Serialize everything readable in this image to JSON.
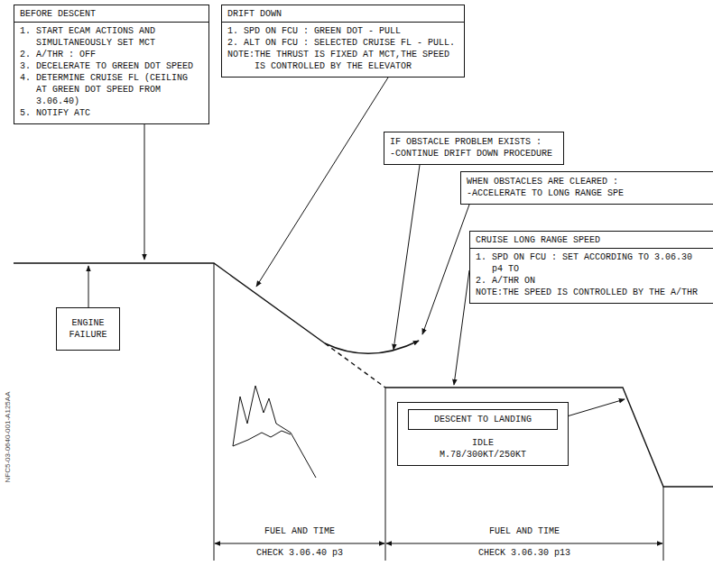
{
  "diagram": {
    "nodes": [
      {
        "text": [
          "BEFORE DESCENT",
          "1. START ECAM ACTIONS AND SIMULTANEOUSLY SET MCT",
          "2. A/THR : OFF",
          "3. DECELERATE TO GREEN DOT SPEED",
          "4. DETERMINE CRUISE FL (CEILING AT GREEN DOT SPEED FROM 3.06.40)",
          "5. NOTIFY ATC"
        ]
      },
      {
        "text": [
          "DRIFT DOWN",
          "1. SPD ON FCU : GREEN DOT - PULL",
          "2. ALT ON FCU : SELECTED CRUISE FL - PULL.",
          "NOTE:THE THRUST IS FIXED AT MCT,THE SPEED IS CONTROLLED BY THE ELEVATOR"
        ]
      },
      {
        "text": [
          "IF OBSTACLE PROBLEM EXISTS :",
          "-CONTINUE DRIFT DOWN PROCEDURE"
        ]
      },
      {
        "text": [
          "WHEN OBSTACLES ARE CLEARED :",
          "-ACCELERATE TO LONG RANGE SPE"
        ]
      },
      {
        "text": [
          "CRUISE LONG RANGE SPEED",
          "1. SPD ON FCU : SET ACCORDING TO 3.06.30 p4 TO",
          "2. A/THR ON",
          "NOTE:THE SPEED IS CONTROLLED BY THE A/THR"
        ]
      },
      {
        "text": [
          "ENGINE FAILURE"
        ]
      },
      {
        "text": [
          "IDLE",
          "M.78/300KT/250KT"
        ]
      },
      {
        "text": [
          "DESCENT TO LANDING"
        ],
        "in": 6
      }
    ],
    "labels": [
      "FUEL AND TIME",
      "CHECK 3.06.40 p3",
      "FUEL AND TIME",
      "CHECK 3.06.30 p13",
      "NFC5-03-0640-001-A125AA"
    ]
  }
}
